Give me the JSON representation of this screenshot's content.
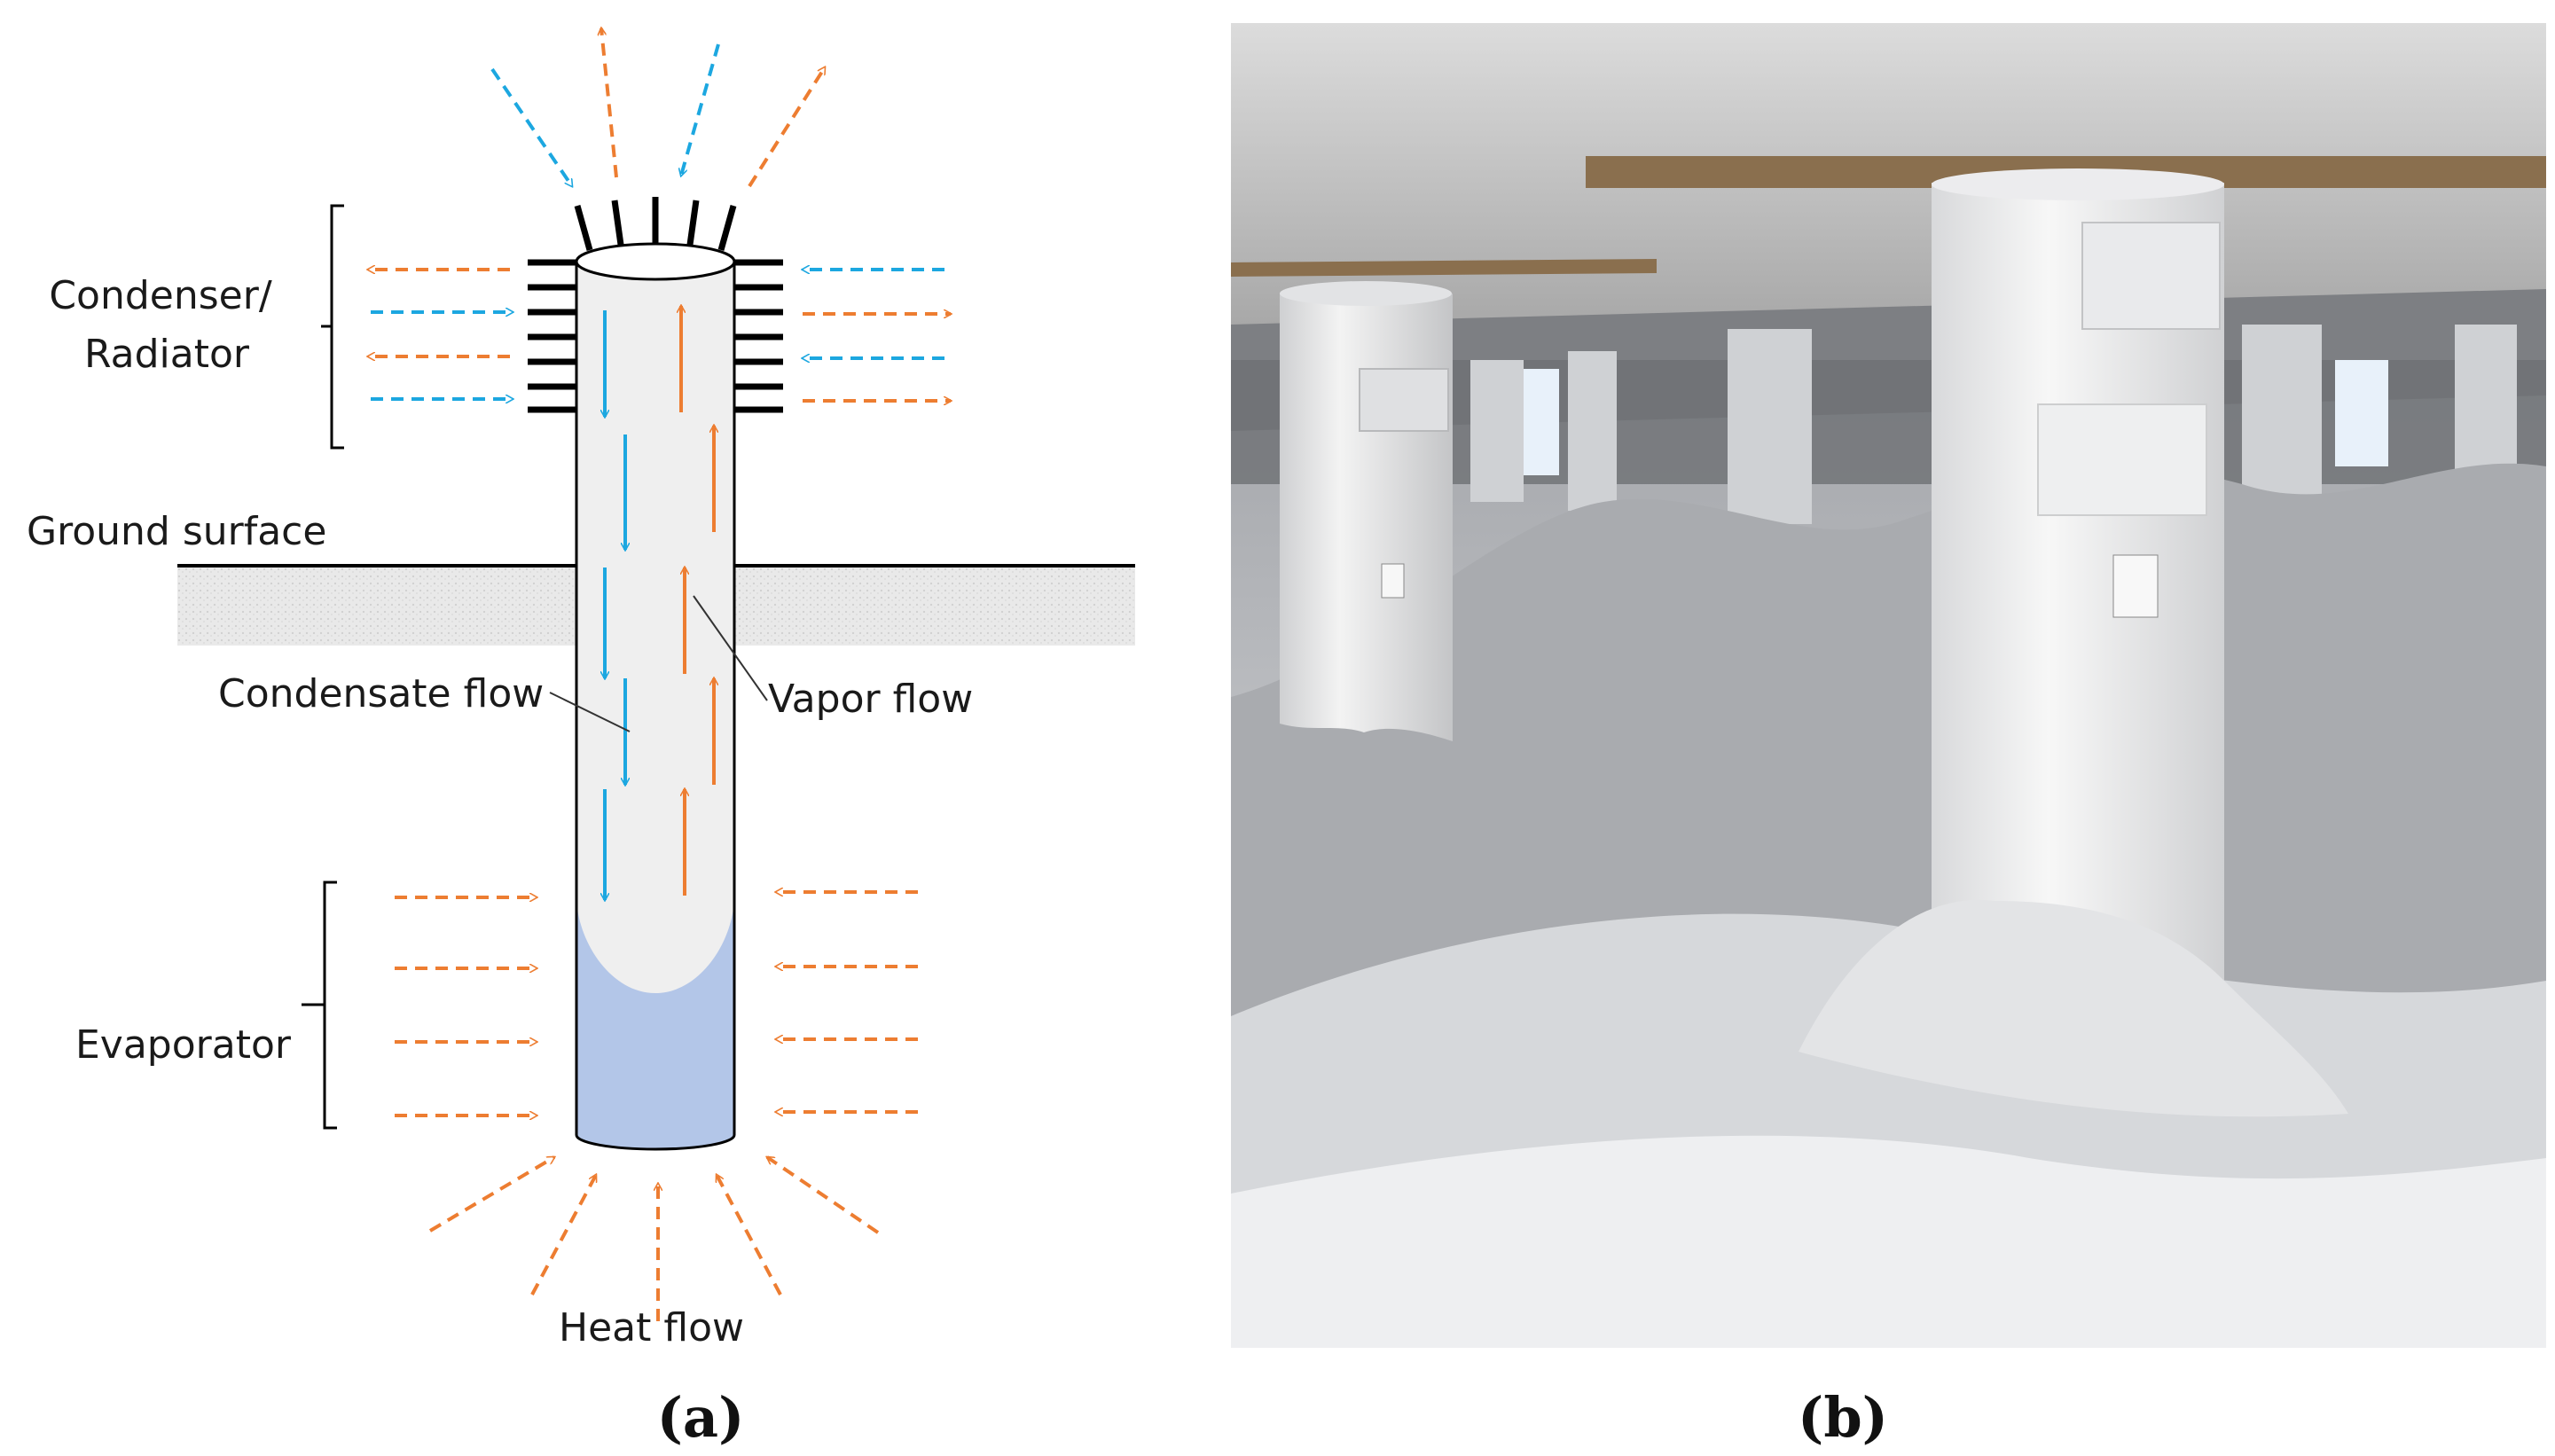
{
  "panel_a": {
    "labels": {
      "condenser": [
        "Condenser/",
        "Radiator"
      ],
      "ground_surface": "Ground surface",
      "condensate_flow": "Condensate flow",
      "vapor_flow": "Vapor flow",
      "evaporator": "Evaporator",
      "heat_flow": "Heat flow"
    },
    "caption": "(a)",
    "colors": {
      "orange": "#ed7d31",
      "blue": "#1ca7e0",
      "liquid": "#b3c6e8",
      "vapor": "#efefef"
    }
  },
  "panel_b": {
    "caption": "(b)",
    "image": "photo-thermosyphon-piles-under-building-in-snow"
  }
}
